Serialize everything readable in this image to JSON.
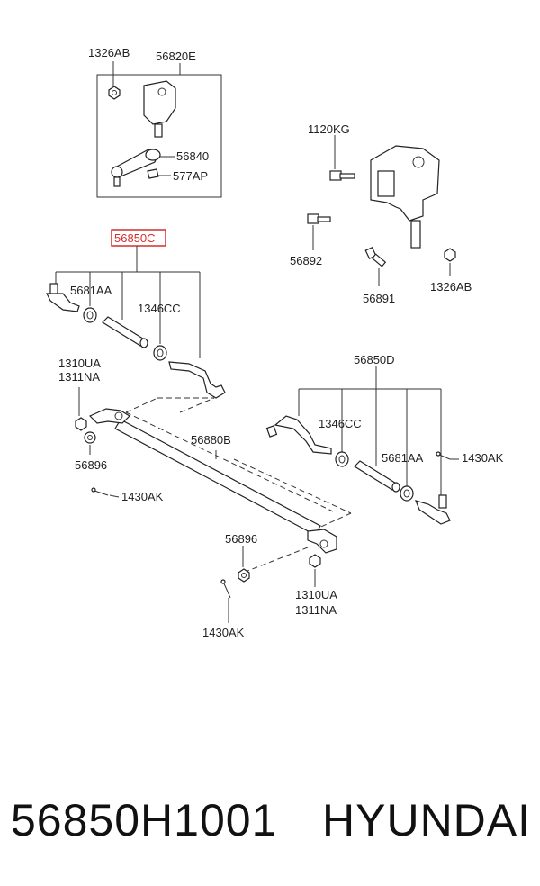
{
  "diagram": {
    "labels": {
      "l_1326AB_top": "1326AB",
      "l_56820E": "56820E",
      "l_56840": "56840",
      "l_577AP": "577AP",
      "l_1120KG": "1120KG",
      "l_56892": "56892",
      "l_56891": "56891",
      "l_1326AB_right": "1326AB",
      "l_56850C": "56850C",
      "l_5681AA_left": "5681AA",
      "l_1346CC_left": "1346CC",
      "l_1310UA_left": "1310UA",
      "l_1311NA_left": "1311NA",
      "l_56896_left": "56896",
      "l_1430AK_left": "1430AK",
      "l_56880B": "56880B",
      "l_56850D": "56850D",
      "l_1346CC_right": "1346CC",
      "l_5681AA_right": "5681AA",
      "l_1430AK_right": "1430AK",
      "l_56896_bottom": "56896",
      "l_1310UA_bottom": "1310UA",
      "l_1311NA_bottom": "1311NA",
      "l_1430AK_bottom": "1430AK"
    },
    "highlight_color": "#d32f2f"
  },
  "footer": {
    "part_number": "56850H1001",
    "brand": "HYUNDAI"
  }
}
